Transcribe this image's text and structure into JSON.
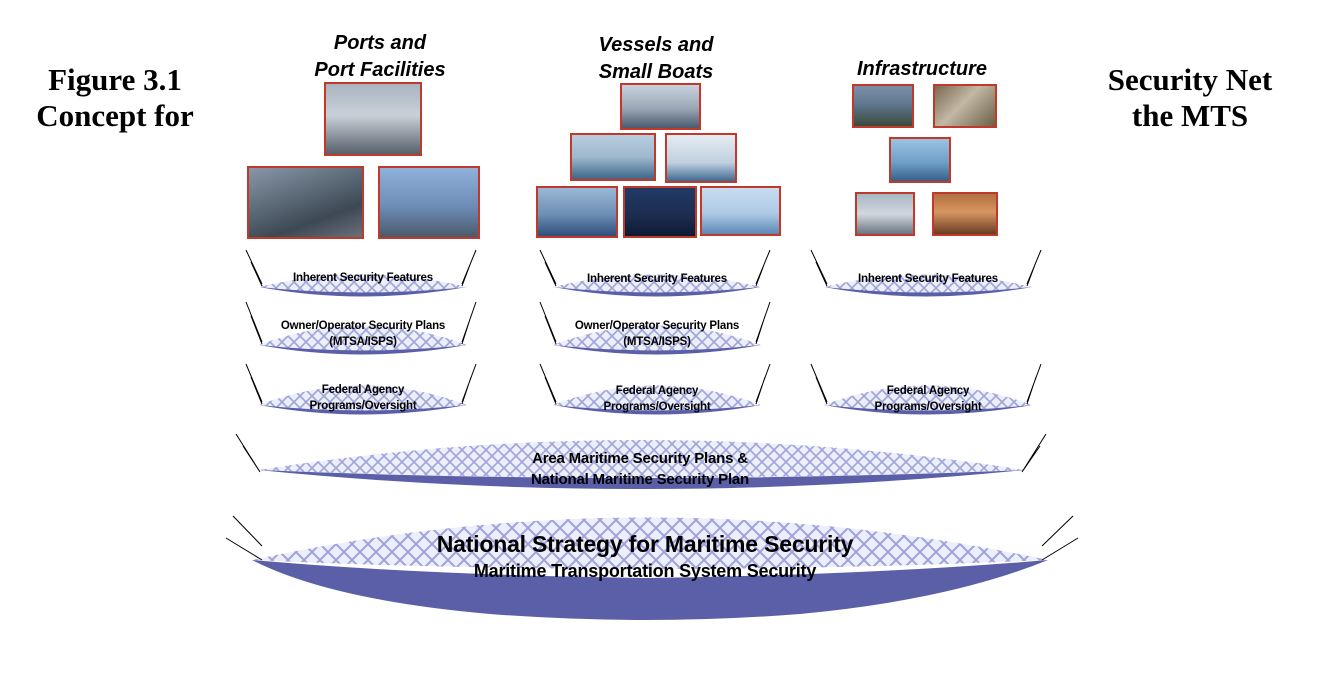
{
  "figure": {
    "title_left": [
      "Figure 3.1",
      "Concept for"
    ],
    "title_right": [
      "Security Net",
      "the MTS"
    ]
  },
  "columns": [
    {
      "heading": [
        "Ports and",
        "Port Facilities"
      ],
      "nets": [
        [
          "Inherent Security Features"
        ],
        [
          "Owner/Operator Security Plans",
          "(MTSA/ISPS)"
        ],
        [
          "Federal Agency",
          "Programs/Oversight"
        ]
      ]
    },
    {
      "heading": [
        "Vessels and",
        "Small Boats"
      ],
      "nets": [
        [
          "Inherent Security Features"
        ],
        [
          "Owner/Operator Security Plans",
          "(MTSA/ISPS)"
        ],
        [
          "Federal Agency",
          "Programs/Oversight"
        ]
      ]
    },
    {
      "heading": [
        "Infrastructure"
      ],
      "nets": [
        [
          "Inherent Security Features"
        ],
        [
          "Federal Agency",
          "Programs/Oversight"
        ]
      ]
    }
  ],
  "area_net": [
    "Area Maritime Security Plans &",
    "National Maritime Security Plan"
  ],
  "national_net": [
    "National Strategy for Maritime Security",
    "Maritime Transportation System Security"
  ],
  "colors": {
    "net_fill": "#5a5fa8",
    "mesh": "#9ea3d8",
    "photo_border": "#c0392b"
  }
}
